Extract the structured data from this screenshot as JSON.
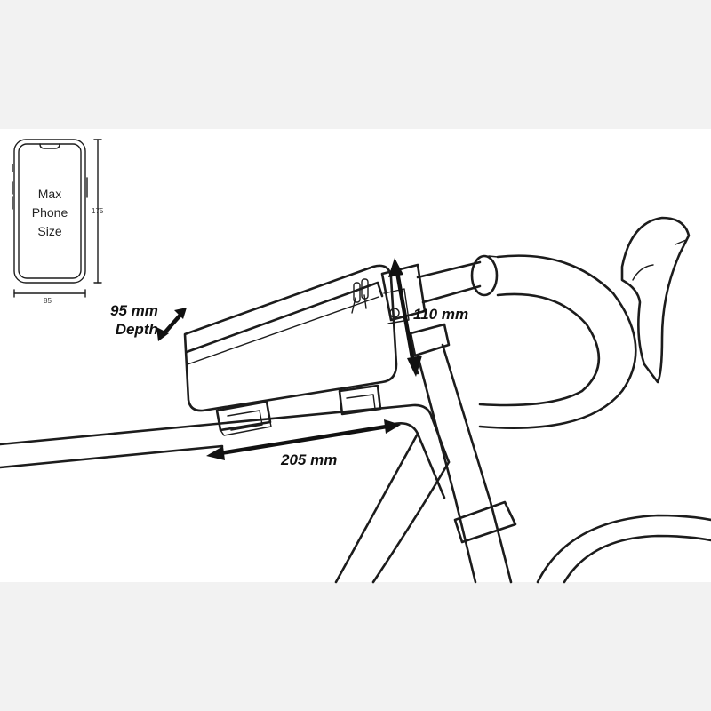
{
  "phone": {
    "label_lines": [
      "Max",
      "Phone",
      "Size"
    ],
    "height_dim": "175",
    "width_dim": "85"
  },
  "dimensions": {
    "depth_line1": "95 mm",
    "depth_line2": "Depth",
    "height": "110 mm",
    "length": "205 mm"
  }
}
